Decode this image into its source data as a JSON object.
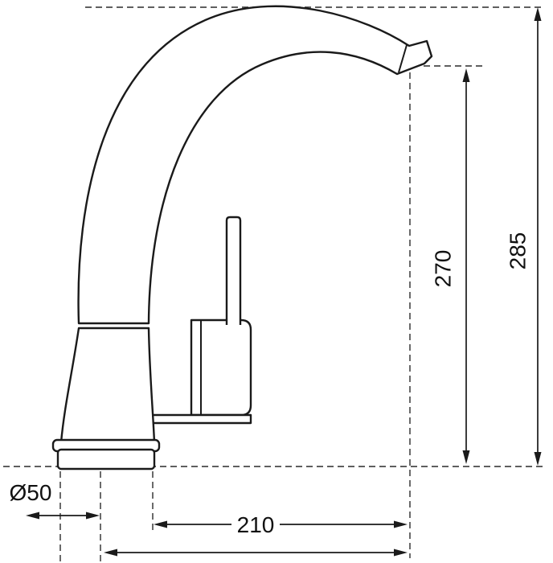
{
  "drawing": {
    "background": "#ffffff",
    "line_color": "#1a1a1a",
    "labels": {
      "total_height": "285",
      "spout_height": "270",
      "horizontal_reach": "210",
      "base_diameter": "Ø50"
    }
  }
}
